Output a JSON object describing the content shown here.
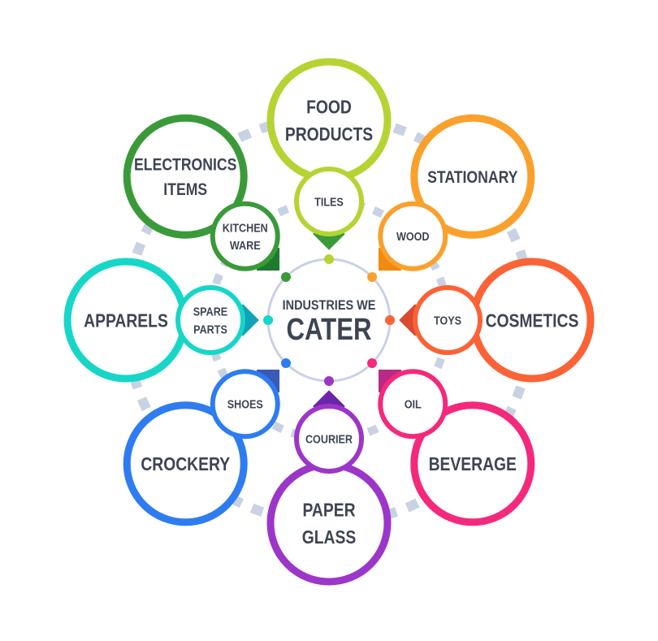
{
  "center": {
    "line1": "INDUSTRIES WE",
    "line2": "CATER"
  },
  "ring_color": "#c9d2e3",
  "text_color": "#3d4553",
  "segments": [
    {
      "outer": [
        "FOOD",
        "PRODUCTS"
      ],
      "inner": [
        "TILES"
      ],
      "color": "#b6d334",
      "dark": "#3a9a3a"
    },
    {
      "outer": [
        "STATIONARY"
      ],
      "inner": [
        "WOOD"
      ],
      "color": "#f9a12c",
      "dark": "#f08a10"
    },
    {
      "outer": [
        "COSMETICS"
      ],
      "inner": [
        "TOYS"
      ],
      "color": "#fb6236",
      "dark": "#d94a2e"
    },
    {
      "outer": [
        "BEVERAGE"
      ],
      "inner": [
        "OIL"
      ],
      "color": "#f5297b",
      "dark": "#b72a86"
    },
    {
      "outer": [
        "PAPER",
        "GLASS"
      ],
      "inner": [
        "COURIER"
      ],
      "color": "#9c36c9",
      "dark": "#6c25a8"
    },
    {
      "outer": [
        "CROCKERY"
      ],
      "inner": [
        "SHOES"
      ],
      "color": "#2e7cf1",
      "dark": "#3a5ab8"
    },
    {
      "outer": [
        "APPARELS"
      ],
      "inner": [
        "SPARE",
        "PARTS"
      ],
      "color": "#16d6c8",
      "dark": "#0fa3b8"
    },
    {
      "outer": [
        "ELECTRONICS",
        "ITEMS"
      ],
      "inner": [
        "KITCHEN",
        "WARE"
      ],
      "color": "#3a9a3a",
      "dark": "#1f7a2e"
    }
  ]
}
